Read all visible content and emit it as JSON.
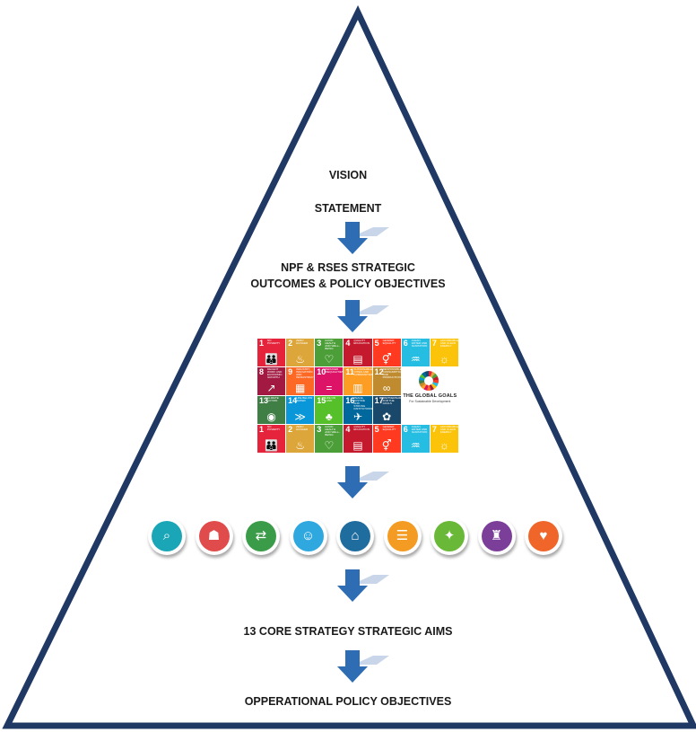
{
  "diagram": {
    "labels": {
      "vision": "VISION",
      "statement": "STATEMENT",
      "npf_line1": "NPF & RSES STRATEGIC",
      "npf_line2": "OUTCOMES & POLICY OBJECTIVES",
      "core_aims": "13 CORE STRATEGY STRATEGIC AIMS",
      "operational": "OPPERATIONAL POLICY OBJECTIVES"
    },
    "colors": {
      "triangle_stroke": "#1f3864",
      "arrow_fill": "#2e6db4",
      "arrow_shadow": "#c9d6ea"
    },
    "sdg_logo": {
      "title": "THE GLOBAL GOALS",
      "subtitle": "For Sustainable Development"
    },
    "sdg_tiles": [
      {
        "num": "1",
        "title": "No Poverty",
        "color": "#e5243b",
        "icon": "people-icon"
      },
      {
        "num": "2",
        "title": "Zero Hunger",
        "color": "#dda63a",
        "icon": "bowl-icon"
      },
      {
        "num": "3",
        "title": "Good Health and Well-Being",
        "color": "#4c9f38",
        "icon": "heartbeat-icon"
      },
      {
        "num": "4",
        "title": "Quality Education",
        "color": "#c5192d",
        "icon": "book-icon"
      },
      {
        "num": "5",
        "title": "Gender Equality",
        "color": "#ff3a21",
        "icon": "gender-icon"
      },
      {
        "num": "6",
        "title": "Clean Water and Sanitation",
        "color": "#26bde2",
        "icon": "water-icon"
      },
      {
        "num": "7",
        "title": "Affordable and Clean Energy",
        "color": "#fcc30b",
        "icon": "sun-icon"
      },
      {
        "num": "8",
        "title": "Decent Work and Economic Growth",
        "color": "#a21942",
        "icon": "growth-icon"
      },
      {
        "num": "9",
        "title": "Industry, Innovation and Infrastructure",
        "color": "#fd6925",
        "icon": "cubes-icon"
      },
      {
        "num": "10",
        "title": "Reduced Inequalities",
        "color": "#dd1367",
        "icon": "equal-icon"
      },
      {
        "num": "11",
        "title": "Sustainable Cities and Communities",
        "color": "#fd9d24",
        "icon": "city-icon"
      },
      {
        "num": "12",
        "title": "Responsible Consumption and Production",
        "color": "#bf8b2e",
        "icon": "infinity-icon"
      },
      {
        "num": "13",
        "title": "Climate Action",
        "color": "#3f7e44",
        "icon": "eye-icon"
      },
      {
        "num": "14",
        "title": "Life Below Water",
        "color": "#0a97d9",
        "icon": "fish-icon"
      },
      {
        "num": "15",
        "title": "Life On Land",
        "color": "#56c02b",
        "icon": "tree-icon"
      },
      {
        "num": "16",
        "title": "Peace, Justice and Strong Institutions",
        "color": "#00689d",
        "icon": "dove-icon"
      },
      {
        "num": "17",
        "title": "Partnerships for the Goals",
        "color": "#19486a",
        "icon": "flower-icon"
      },
      {
        "num": "1",
        "title": "No Poverty",
        "color": "#e5243b",
        "icon": "people-icon"
      },
      {
        "num": "2",
        "title": "Zero Hunger",
        "color": "#dda63a",
        "icon": "bowl-icon"
      },
      {
        "num": "3",
        "title": "Good Health and Well-Being",
        "color": "#4c9f38",
        "icon": "heartbeat-icon"
      },
      {
        "num": "4",
        "title": "Quality Education",
        "color": "#c5192d",
        "icon": "book-icon"
      },
      {
        "num": "5",
        "title": "Gender Equality",
        "color": "#ff3a21",
        "icon": "gender-icon"
      },
      {
        "num": "6",
        "title": "Clean Water and Sanitation",
        "color": "#26bde2",
        "icon": "water-icon"
      },
      {
        "num": "7",
        "title": "Affordable and Clean Energy",
        "color": "#fcc30b",
        "icon": "sun-icon"
      }
    ],
    "strategic_aim_icons": [
      {
        "color": "#1aa6b7",
        "icon": "magnifier-icon"
      },
      {
        "color": "#e04b4b",
        "icon": "graduate-icon"
      },
      {
        "color": "#3a9b48",
        "icon": "transport-icon"
      },
      {
        "color": "#2fa7df",
        "icon": "community-icon"
      },
      {
        "color": "#1f6c9e",
        "icon": "infrastructure-icon"
      },
      {
        "color": "#f39b23",
        "icon": "enterprise-icon"
      },
      {
        "color": "#6ab838",
        "icon": "energy-icon"
      },
      {
        "color": "#7b3f9a",
        "icon": "heritage-icon"
      },
      {
        "color": "#f0662a",
        "icon": "wellbeing-icon"
      }
    ]
  }
}
